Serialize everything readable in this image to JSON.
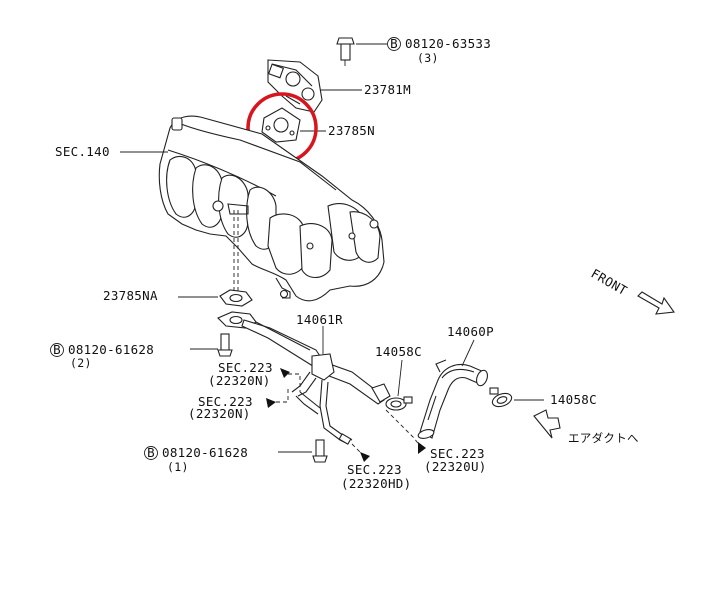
{
  "labels": {
    "bolt_top": "08120-63533",
    "bolt_top_qty": "(3)",
    "p23781m": "23781M",
    "p23785n": "23785N",
    "sec140": "SEC.140",
    "p23785na": "23785NA",
    "p14061r": "14061R",
    "bolt_mid": "08120-61628",
    "bolt_mid_qty": "(2)",
    "sec223_a": "SEC.223",
    "p22320n_a": "(22320N)",
    "sec223_b": "SEC.223",
    "p22320n_b": "(22320N)",
    "bolt_low": "08120-61628",
    "bolt_low_qty": "(1)",
    "sec223_c": "SEC.223",
    "p22320hd": "(22320HD)",
    "p14058c_a": "14058C",
    "p14060p": "14060P",
    "p14058c_b": "14058C",
    "sec223_d": "SEC.223",
    "p22320u": "(22320U)",
    "front": "FRONT",
    "air_duct": "エアダクトへ",
    "bolt_marker": "B"
  },
  "colors": {
    "highlight": "#d8141c",
    "line": "#222222"
  }
}
